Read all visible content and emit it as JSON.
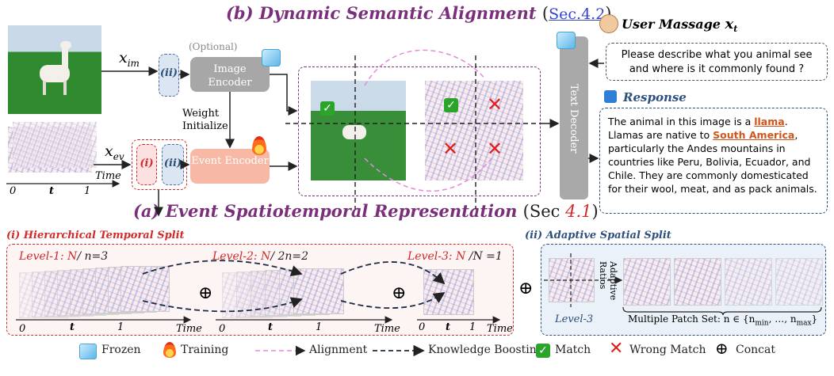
{
  "titles": {
    "b_prefix": "(b)",
    "b_text": "Dynamic Semantic Alignment",
    "b_ref_open": "(",
    "b_ref": "Sec.4.2",
    "b_ref_close": ")",
    "a_prefix": "(a)",
    "a_text": "Event Spatiotemporal Representation",
    "a_ref_open": "(Sec ",
    "a_ref": "4.1",
    "a_ref_close": ")"
  },
  "labels": {
    "x_im": "x",
    "x_im_sub": "im",
    "x_ev": "x",
    "x_ev_sub": "ev",
    "optional": "(Optional)",
    "image_encoder": "Image Encoder",
    "event_encoder": "Event Encoder",
    "weight_init": "Weight Initialize",
    "marker_i": "(i)",
    "marker_ii": "(ii)",
    "time": "Time",
    "t0": "0",
    "t": "t",
    "t1": "1",
    "text_decoder": "Text Decoder",
    "user_message": "User Massage",
    "x_t": "x",
    "x_t_sub": "t",
    "response": "Response"
  },
  "prompt": "Please describe what you animal see and where is it commonly found ?",
  "response_text": {
    "p1": "The animal in this image is a ",
    "llama": "llama",
    "p2": ". Llamas are native to ",
    "south_america": "South America",
    "p3": ", particularly the Andes mountains in countries like Peru, Bolivia, Ecuador, and Chile. They are commonly domesticated for their wool, meat, and as pack animals."
  },
  "bottom": {
    "section_i": "(i) Hierarchical Temporal Split",
    "section_ii": "(ii) Adaptive Spatial Split",
    "level1_a": "Level-1: N",
    "level1_b": "/ n",
    "level1_c": "=3",
    "level2_a": "Level-2: N",
    "level2_b": "/ 2n",
    "level2_c": "=2",
    "level3_a": "Level-3: N",
    "level3_b": " /N",
    "level3_c": " =1",
    "level3_small": "Level-3",
    "adaptive_ratios": "Adaptive Ratios",
    "patch_set": "Multiple Patch Set: n ∈ {n",
    "patch_set_min": "min",
    "patch_set_mid": ", …, n",
    "patch_set_max": "max",
    "patch_set_end": "}",
    "oplus": "⊕"
  },
  "legend": {
    "frozen": "Frozen",
    "training": "Training",
    "alignment": "Alignment",
    "knowledge": "Knowledge Boosting",
    "match": "Match",
    "wrong": "Wrong Match",
    "concat": "Concat"
  },
  "colors": {
    "purple": "#7a2f7a",
    "red": "#d22a2a",
    "blue_dark": "#2c4f7c",
    "encoder_gray": "#a7a7a7",
    "encoder_peach": "#f7b9a5",
    "decoder_gray": "#a9a9a9",
    "match_green": "#2aa52a"
  }
}
